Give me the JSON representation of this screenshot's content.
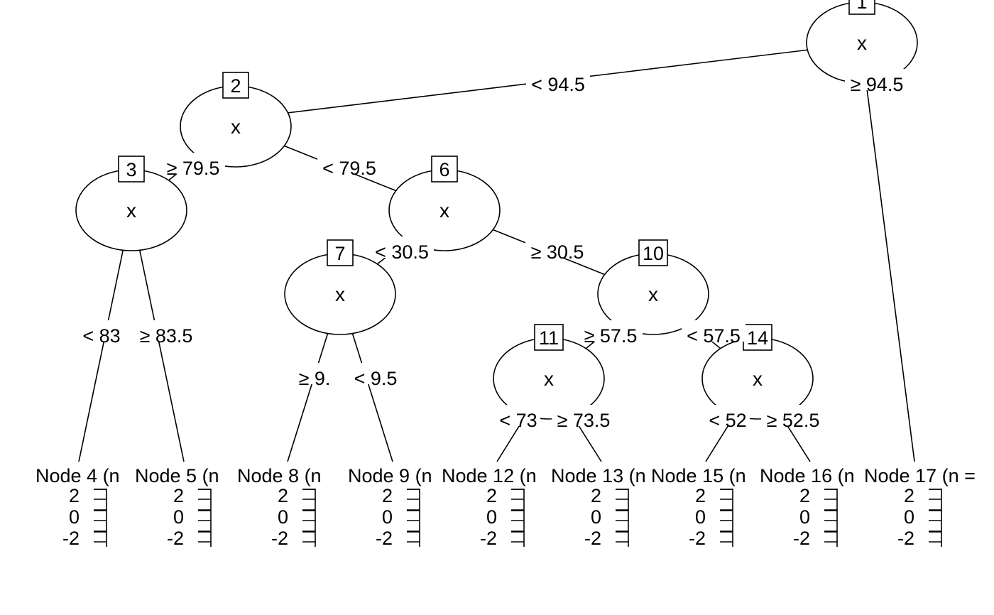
{
  "tree": {
    "inner_nodes": [
      {
        "id": "1",
        "var": "x"
      },
      {
        "id": "2",
        "var": "x"
      },
      {
        "id": "3",
        "var": "x"
      },
      {
        "id": "6",
        "var": "x"
      },
      {
        "id": "7",
        "var": "x"
      },
      {
        "id": "10",
        "var": "x"
      },
      {
        "id": "11",
        "var": "x"
      },
      {
        "id": "14",
        "var": "x"
      }
    ],
    "edge_labels": [
      "< 94.5",
      "≥ 94.5",
      "≥ 79.5",
      "< 79.5",
      "< 83",
      "≥ 83.5",
      "< 30.5",
      "≥ 30.5",
      "≥ 9.",
      "< 9.5",
      "≥ 57.5",
      "< 57.5",
      "< 73",
      "≥ 73.5",
      "< 52",
      "≥ 52.5"
    ],
    "terminal_nodes": [
      {
        "title": "Node 4 (n"
      },
      {
        "title": "Node 5 (n"
      },
      {
        "title": "Node 8 (n"
      },
      {
        "title": "Node 9 (n"
      },
      {
        "title": "Node 12 (n"
      },
      {
        "title": "Node 13 (n"
      },
      {
        "title": "Node 15 (n"
      },
      {
        "title": "Node 16 (n"
      },
      {
        "title": "Node 17 (n ="
      }
    ],
    "axis_ticks": [
      "2",
      "0",
      "-2"
    ]
  }
}
